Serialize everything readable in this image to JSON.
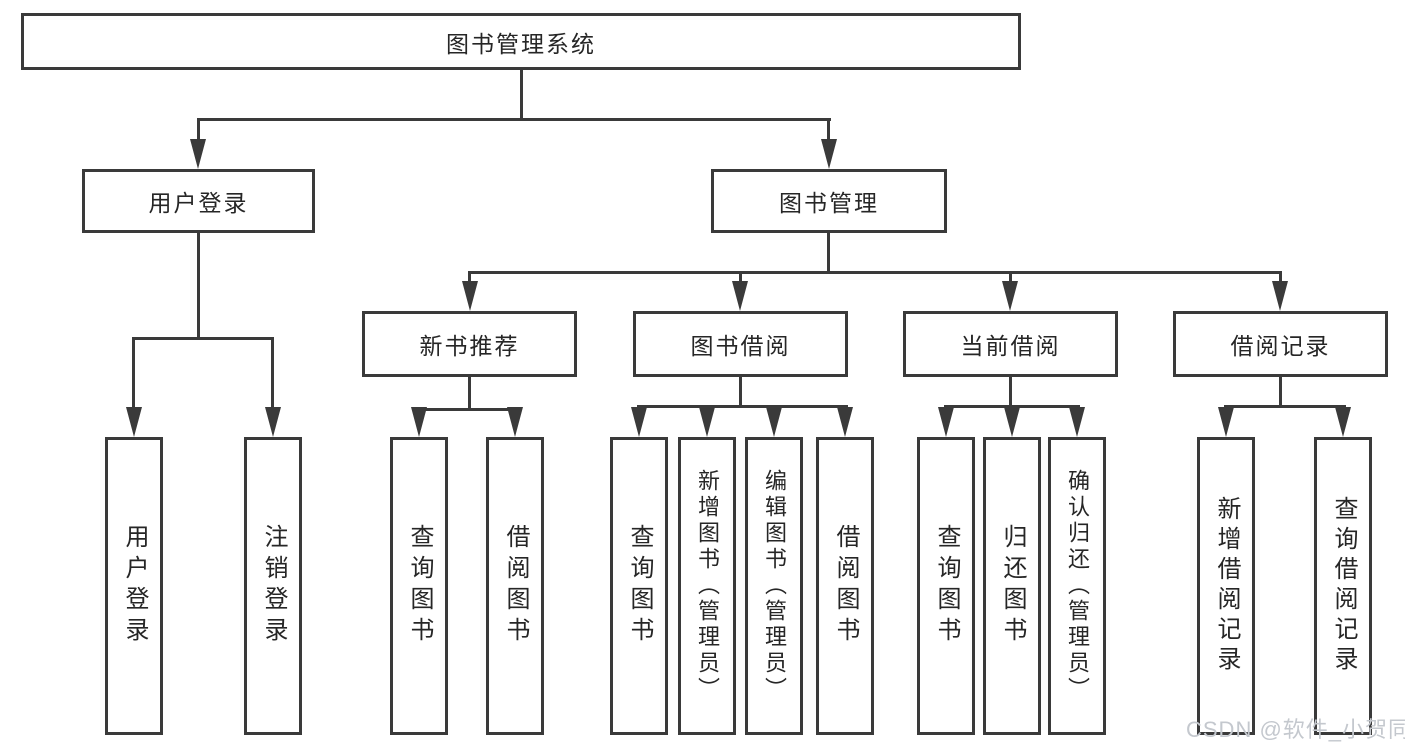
{
  "nodes": {
    "root": "图书管理系统",
    "user_login": "用户登录",
    "book_mgmt": "图书管理",
    "new_book": "新书推荐",
    "borrow": "图书借阅",
    "current": "当前借阅",
    "records": "借阅记录"
  },
  "leaves": {
    "user_login": [
      "用户登录",
      "注销登录"
    ],
    "new_book": [
      "查询图书",
      "借阅图书"
    ],
    "borrow": [
      "查询图书",
      "新增图书（管理员）",
      "编辑图书（管理员）",
      "借阅图书"
    ],
    "current": [
      "查询图书",
      "归还图书",
      "确认归还（管理员）"
    ],
    "records": [
      "新增借阅记录",
      "查询借阅记录"
    ]
  },
  "watermark": "CSDN @软件_小贺同学",
  "colors": {
    "line": "#3a3a3a",
    "text": "#262626",
    "watermark": "#c4c8ce",
    "background": "#ffffff"
  }
}
